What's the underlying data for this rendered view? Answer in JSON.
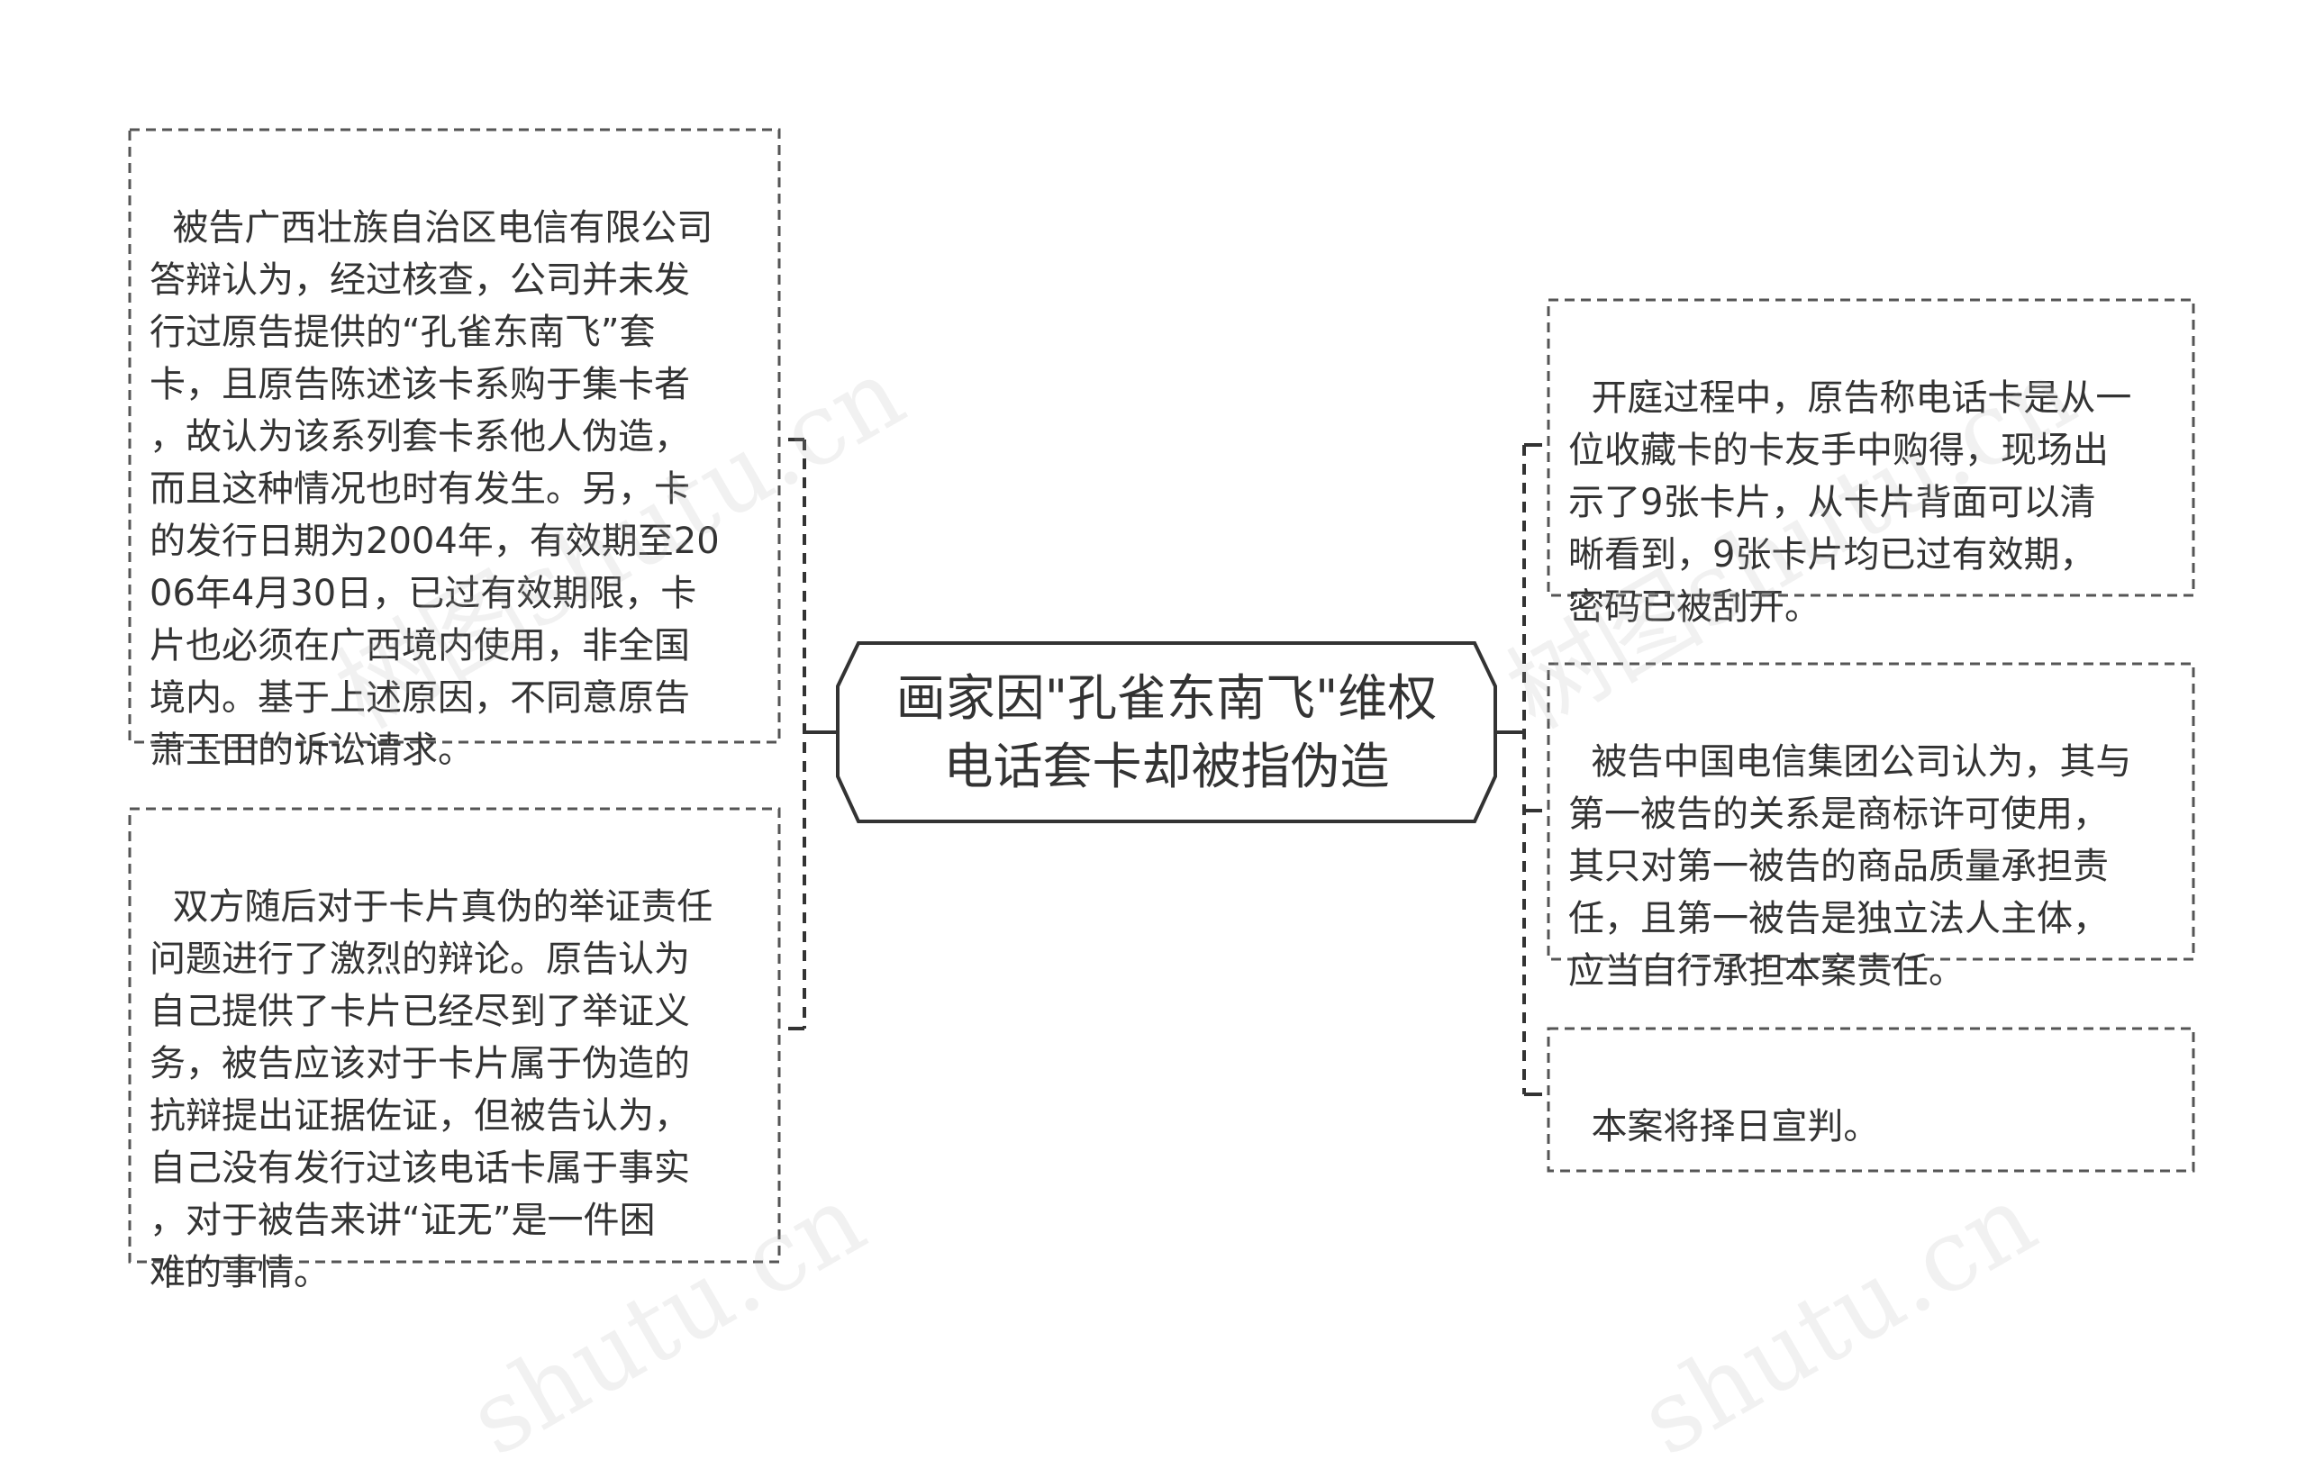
{
  "theme": {
    "line_color": "#333333",
    "box_border": "#555555",
    "background": "#ffffff"
  },
  "central": {
    "title_line1": "画家因\"孔雀东南飞\"维权",
    "title_line2": "电话套卡却被指伪造"
  },
  "left_nodes": [
    {
      "text": "被告广西壮族自治区电信有限公司\n答辩认为，经过核查，公司并未发\n行过原告提供的“孔雀东南飞”套\n卡，且原告陈述该卡系购于集卡者\n，故认为该系列套卡系他人伪造，\n而且这种情况也时有发生。另，卡\n的发行日期为2004年，有效期至20\n06年4月30日，已过有效期限，卡\n片也必须在广西境内使用，非全国\n境内。基于上述原因，不同意原告\n萧玉田的诉讼请求。"
    },
    {
      "text": "双方随后对于卡片真伪的举证责任\n问题进行了激烈的辩论。原告认为\n自己提供了卡片已经尽到了举证义\n务，被告应该对于卡片属于伪造的\n抗辩提出证据佐证，但被告认为，\n自己没有发行过该电话卡属于事实\n，对于被告来讲“证无”是一件困\n难的事情。"
    }
  ],
  "right_nodes": [
    {
      "text": "开庭过程中，原告称电话卡是从一\n位收藏卡的卡友手中购得，现场出\n示了9张卡片，从卡片背面可以清\n晰看到，9张卡片均已过有效期，\n密码已被刮开。"
    },
    {
      "text": "被告中国电信集团公司认为，其与\n第一被告的关系是商标许可使用，\n其只对第一被告的商品质量承担责\n任，且第一被告是独立法人主体，\n应当自行承担本案责任。"
    },
    {
      "text": "本案将择日宣判。"
    }
  ],
  "watermark": {
    "text_main": "树图shutu.cn",
    "text_short": "shutu.cn"
  }
}
